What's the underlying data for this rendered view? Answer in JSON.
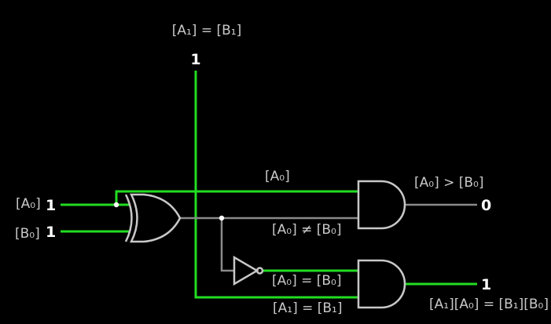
{
  "labels": {
    "top_a1_eq_b1": "[A₁] = [B₁]",
    "input_a0": "[A₀]",
    "input_b0": "[B₀]",
    "wire_a0": "[A₀]",
    "a0_gt_b0": "[A₀] > [B₀]",
    "a0_neq_b0": "[A₀] ≠ [B₀]",
    "a0_eq_b0": "[A₀] = [B₀]",
    "a1_eq_b1": "[A₁] = [B₁]",
    "output_eq": "[A₁][A₀] = [B₁][B₀]"
  },
  "values": {
    "top_a1_eq_b1": "1",
    "input_a0": "1",
    "input_b0": "1",
    "out_gt": "0",
    "out_eq": "1"
  },
  "colors": {
    "wire_on": "#22dd22",
    "wire_off": "#8a8a8a",
    "gate_stroke": "#c8c8c8",
    "text": "#c8c8c8",
    "value": "#ffffff",
    "background": "#000000"
  },
  "gates": [
    "xor-gate",
    "not-gate",
    "and-gate",
    "and-gate"
  ]
}
